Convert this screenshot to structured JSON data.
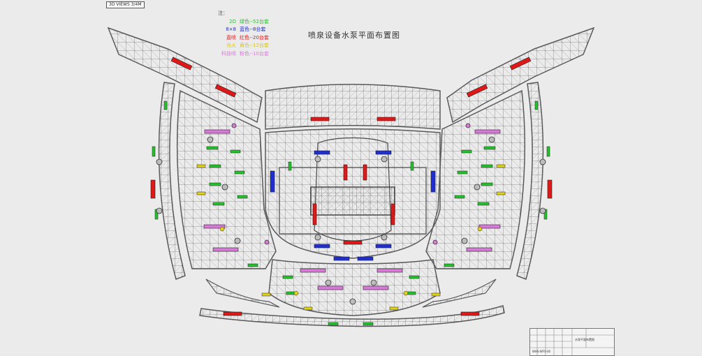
{
  "corner_tag": "3D VIEWS 3/4M",
  "title": "喷泉设备水泵平面布置图",
  "legend": {
    "note": "注：",
    "items": [
      {
        "name": "2D",
        "text": "绿色--52台套",
        "color": "#22c32a"
      },
      {
        "name": "8×8",
        "text": "蓝色--8台套",
        "color": "#1f2fd0"
      },
      {
        "name": "直喷",
        "text": "红色--20台套",
        "color": "#e01818"
      },
      {
        "name": "光火",
        "text": "黄色--12台套",
        "color": "#d6c51a"
      },
      {
        "name": "科技喷",
        "text": "粉色--10台套",
        "color": "#d77ad8"
      }
    ]
  },
  "title_block": {
    "drawing_name": "水泵平面布置图",
    "drawing_code": "WHS-WFS-00"
  },
  "colors": {
    "frame": "#5a5a5a",
    "green": "#22c32a",
    "blue": "#1f2fd0",
    "red": "#e01818",
    "yellow": "#e0d21a",
    "pink": "#d77ad8"
  }
}
